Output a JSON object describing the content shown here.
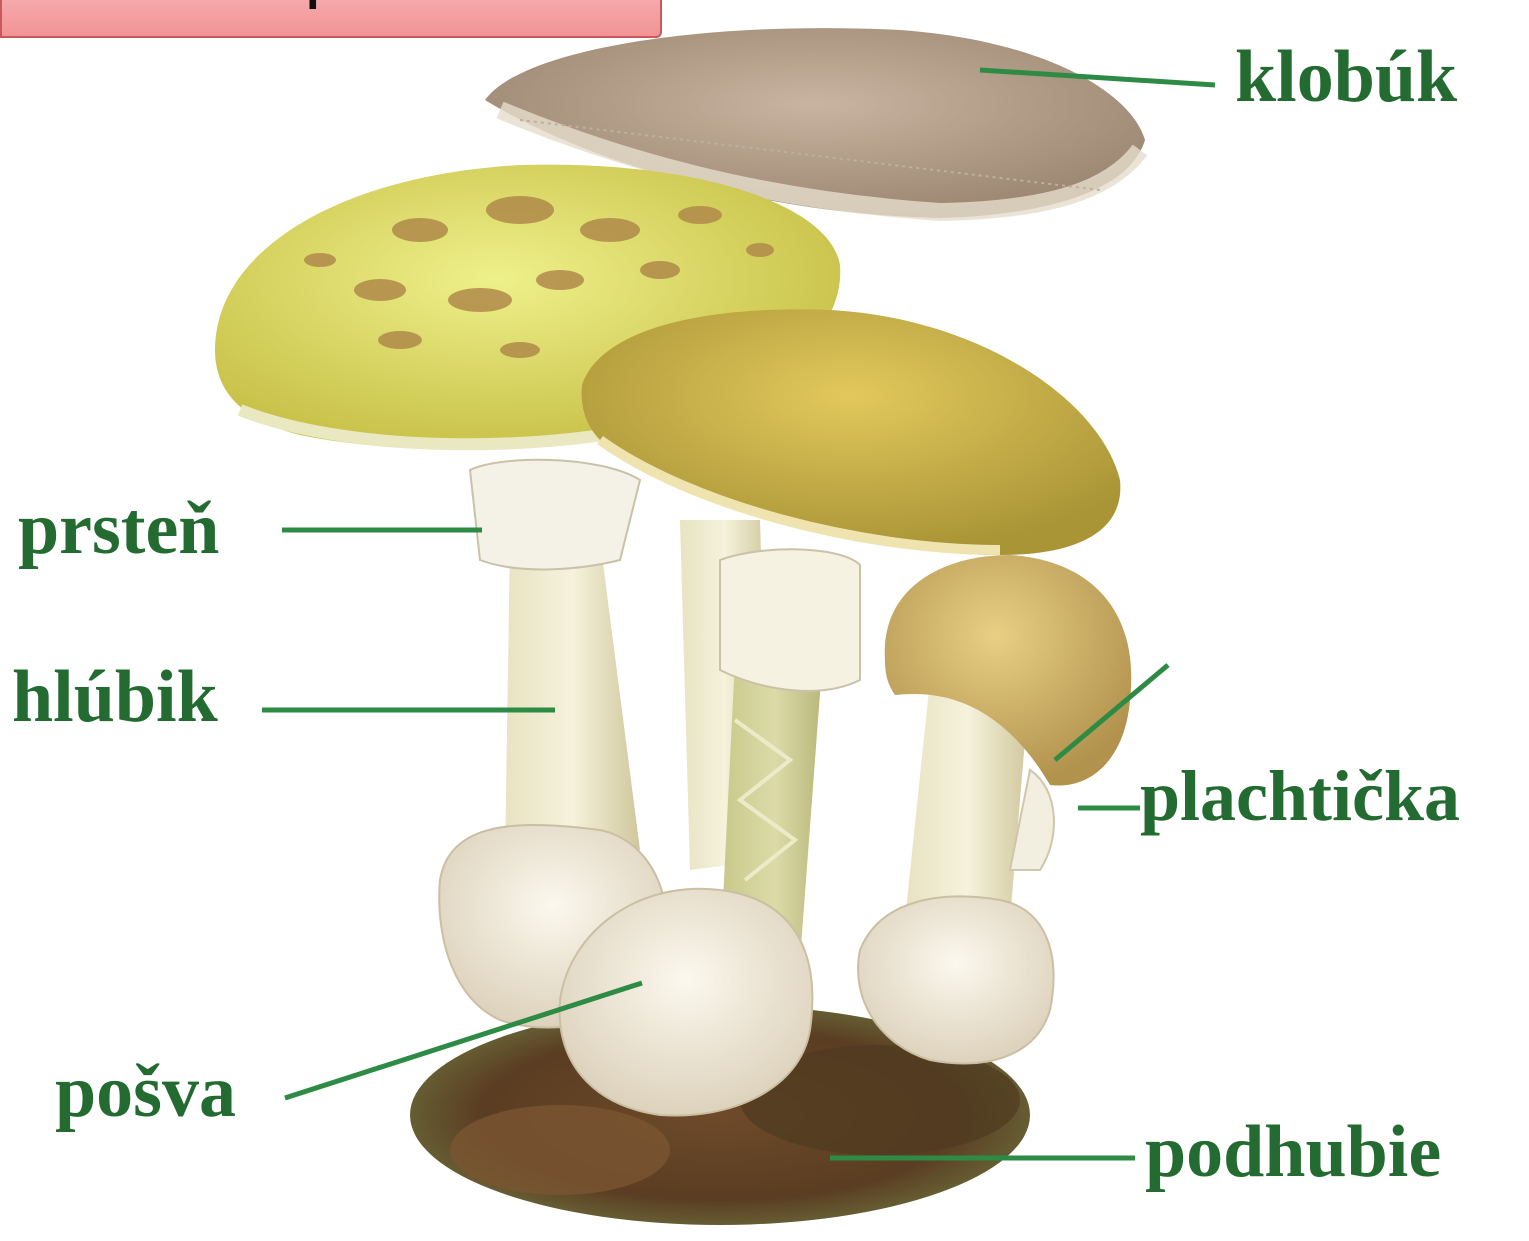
{
  "title": "Stavba húb s plodnicou:",
  "labels": {
    "klobuk": "klobúk",
    "prsten": "prsteň",
    "hlubik": "hlúbik",
    "plachticka": "plachtička",
    "posva": "pošva",
    "podhubie": "podhubie"
  },
  "colors": {
    "label_text": "#236b30",
    "leader_line": "#2e8b45",
    "banner_fill": "#f4a6a8",
    "banner_border": "#c85a5e"
  }
}
